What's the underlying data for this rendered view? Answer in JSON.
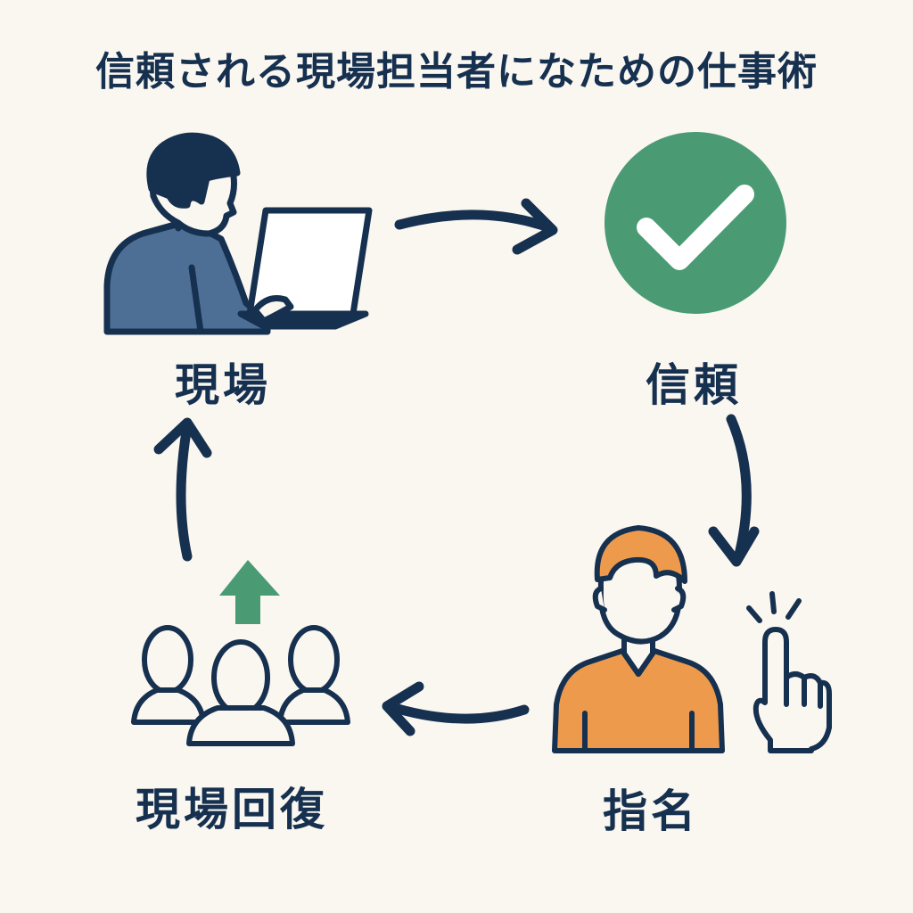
{
  "title": "信頼される現場担当者になための仕事術",
  "nodes": {
    "genba": {
      "label": "現場",
      "icon": "person-at-laptop-icon"
    },
    "shinrai": {
      "label": "信頼",
      "icon": "check-circle-icon"
    },
    "shimei": {
      "label": "指名",
      "icon": "person-pointing-icon"
    },
    "kaifuku": {
      "label": "現場回復",
      "icon": "group-people-up-arrow-icon"
    }
  },
  "colors": {
    "navy": "#16304f",
    "blue_shirt": "#4d6f96",
    "green": "#4a9a73",
    "orange": "#ee9a4d",
    "background": "#faf6f0"
  }
}
